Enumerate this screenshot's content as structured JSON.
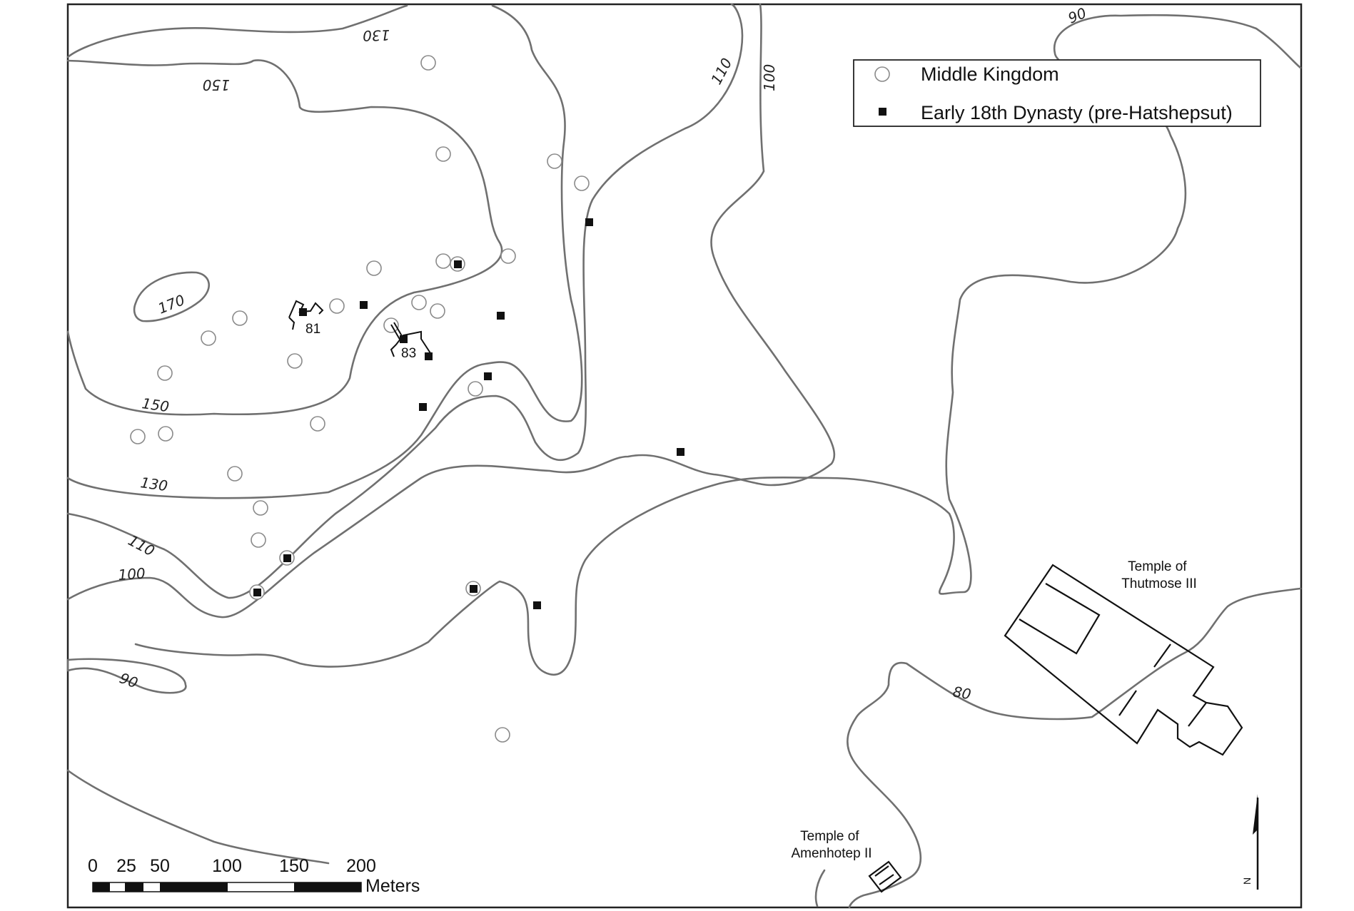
{
  "contour_labels": [
    "170",
    "150",
    "150",
    "130",
    "130",
    "110",
    "110",
    "100",
    "100",
    "90",
    "90",
    "80"
  ],
  "legend": {
    "middle_kingdom": "Middle Kingdom",
    "early_18th": "Early 18th Dynasty (pre-Hatshepsut)"
  },
  "tombs": {
    "t81": "81",
    "t83": "83"
  },
  "temples": {
    "thutmose": [
      "Temple of",
      "Thutmose III"
    ],
    "amenhotep": [
      "Temple of",
      "Amenhotep II"
    ]
  },
  "scale": {
    "ticks": [
      "0",
      "25",
      "50",
      "100",
      "150",
      "200"
    ],
    "unit": "Meters"
  },
  "north": "N"
}
